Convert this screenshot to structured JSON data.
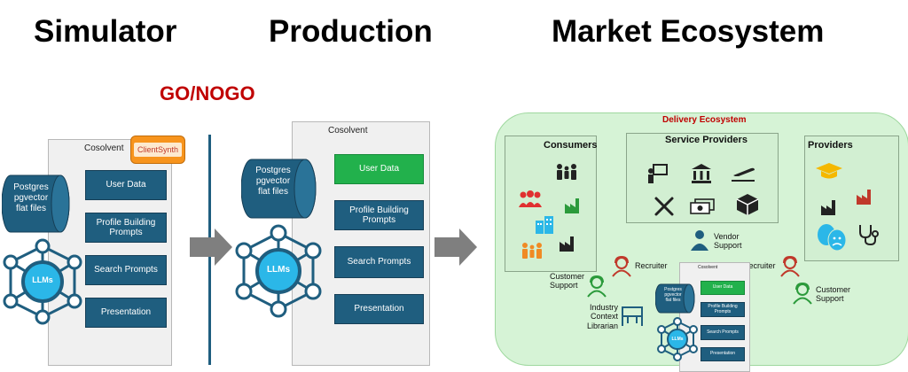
{
  "headings": {
    "simulator": "Simulator",
    "production": "Production",
    "market": "Market Ecosystem",
    "gonogo": "GO/NOGO"
  },
  "simulator": {
    "panel_title": "Cosolvent",
    "clientsynth": "ClientSynth",
    "db_label": [
      "Postgres",
      "pgvector",
      "flat files"
    ],
    "llm_label": "LLMs",
    "boxes": [
      "User Data",
      "Profile Building\nPrompts",
      "Search Prompts",
      "Presentation"
    ]
  },
  "production": {
    "panel_title": "Cosolvent",
    "db_label": [
      "Postgres",
      "pgvector",
      "flat files"
    ],
    "llm_label": "LLMs",
    "boxes": [
      "User Data",
      "Profile Building\nPrompts",
      "Search Prompts",
      "Presentation"
    ]
  },
  "ecosystem": {
    "title": "Delivery Ecosystem",
    "consumers": "Consumers",
    "service_providers": "Service Providers",
    "providers": "Providers",
    "vendor_support": "Vendor\nSupport",
    "recruiter_left": "Recruiter",
    "recruiter_right": "Recruiter",
    "customer_support_left": "Customer\nSupport",
    "customer_support_right": "Customer\nSupport",
    "librarian": "Industry\nContext\nLibrarian",
    "mini": {
      "panel_title": "Cosolvent",
      "db_label": [
        "Postgres",
        "pgvector",
        "flat files"
      ],
      "llm_label": "LLMs",
      "boxes": [
        "User Data",
        "Profile Building\nPrompts",
        "Search Prompts",
        "Presentation"
      ]
    }
  },
  "colors": {
    "box_blue": "#1f5e7f",
    "user_data_green": "#22b14c",
    "gonogo_red": "#c00000",
    "ecosystem_green": "#d6f3d6",
    "llm_cyan": "#2bb7e8",
    "clientsynth_orange": "#f7941d"
  }
}
